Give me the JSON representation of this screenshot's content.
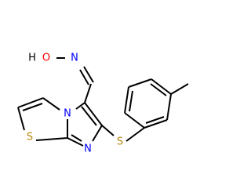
{
  "colors": {
    "bond": "#000000",
    "oxygen": "#ff0000",
    "nitrogen": "#0000ff",
    "sulfur": "#b8860b",
    "hydrogen": "#000000"
  },
  "atoms": {
    "hydroxyl_h": "H",
    "hydroxyl_o": "O",
    "oxime_n": "N",
    "ring_n": "N",
    "imine_n": "N",
    "thiazole_s": "S",
    "thioether_s": "S"
  }
}
